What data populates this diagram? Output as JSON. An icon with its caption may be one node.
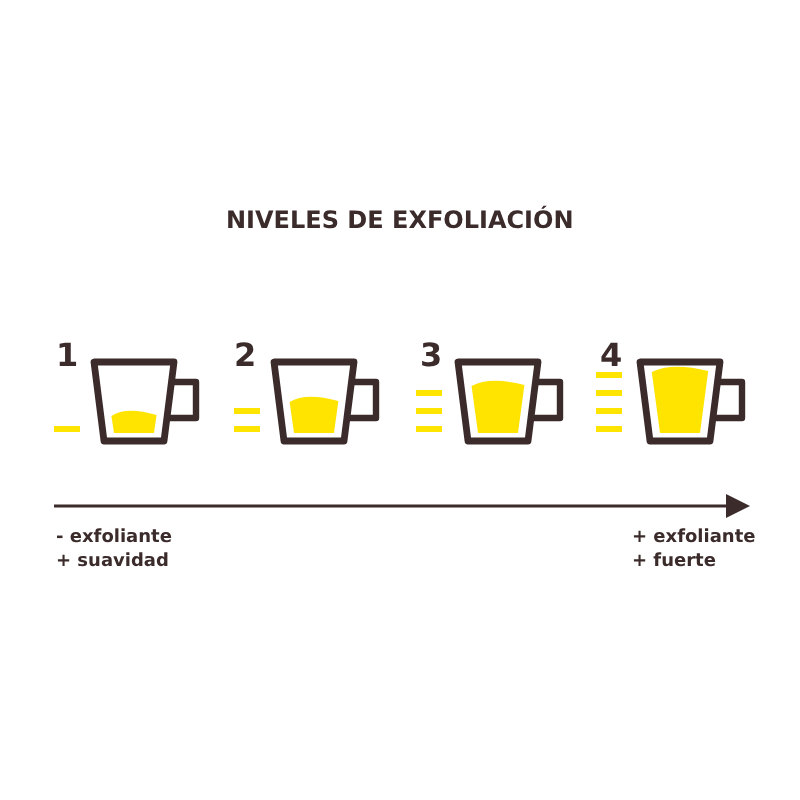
{
  "diagram": {
    "title": "NIVELES DE EXFOLIACIÓN",
    "labels": [
      "1",
      "2",
      "3",
      "4",
      "- exfoliante",
      "+ suavidad",
      "+ exfoliante",
      "+ fuerte"
    ]
  }
}
